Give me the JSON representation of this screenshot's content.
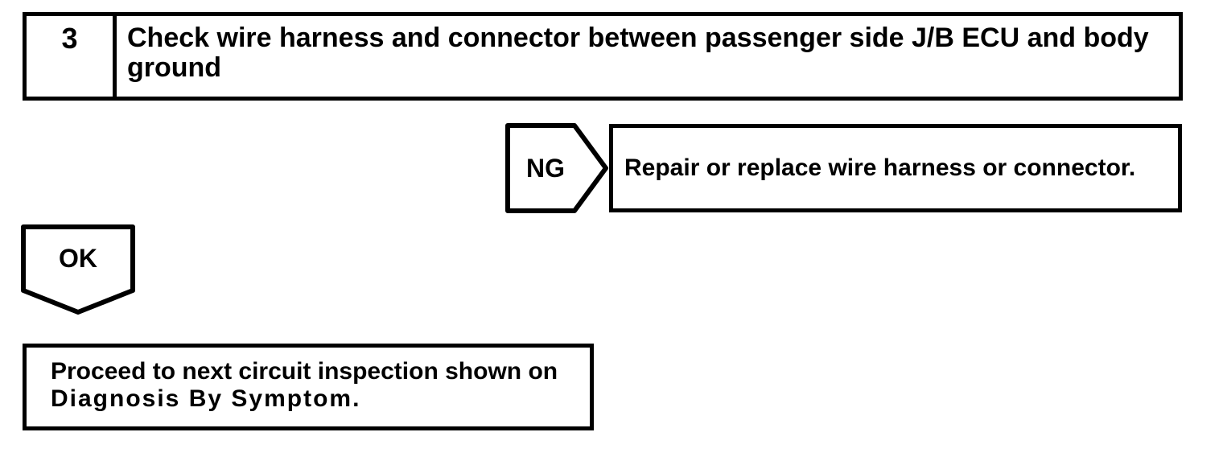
{
  "flowchart": {
    "colors": {
      "ink": "#000000",
      "paper": "#ffffff"
    },
    "step_box": {
      "number": "3",
      "title_line1": "Check wire harness and connector between passenger side J/B ECU and body",
      "title_line2": "ground"
    },
    "ng_branch": {
      "label": "NG",
      "result_text": "Repair or replace wire harness or connector."
    },
    "ok_branch": {
      "label": "OK"
    },
    "outcome_box": {
      "line1": "Proceed to next circuit inspection shown on",
      "line2": "Diagnosis By Symptom."
    }
  }
}
